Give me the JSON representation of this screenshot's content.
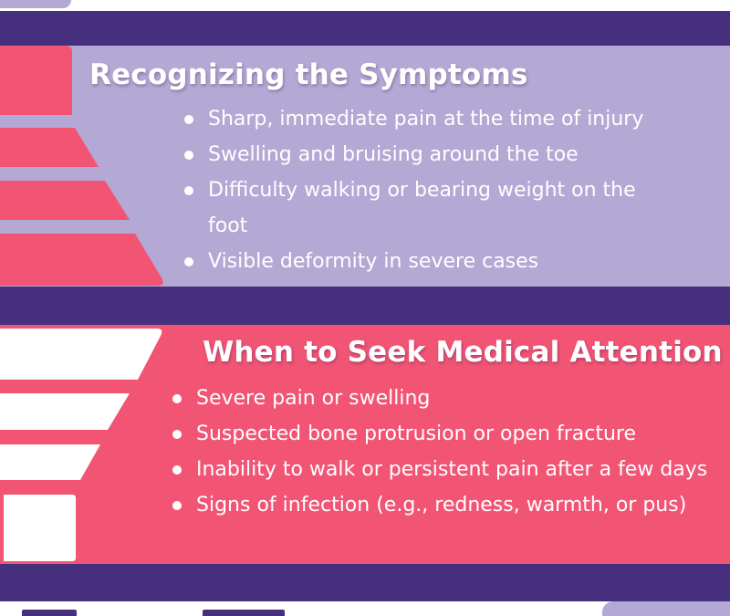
{
  "colors": {
    "band": "#46307d",
    "lavender": "#b4a8d4",
    "pink": "#f25474",
    "white": "#ffffff"
  },
  "symptoms": {
    "title": "Recognizing the Symptoms",
    "items": [
      "Sharp, immediate pain at the time of injury",
      "Swelling and bruising around the toe",
      "Difficulty walking or bearing weight on the foot",
      "Visible deformity in severe cases"
    ]
  },
  "medical": {
    "title": "When to Seek Medical Attention",
    "items": [
      "Severe pain or swelling",
      "Suspected bone protrusion or open fracture",
      "Inability to walk or persistent pain after a few days",
      "Signs of infection (e.g., redness, warmth, or pus)"
    ]
  }
}
